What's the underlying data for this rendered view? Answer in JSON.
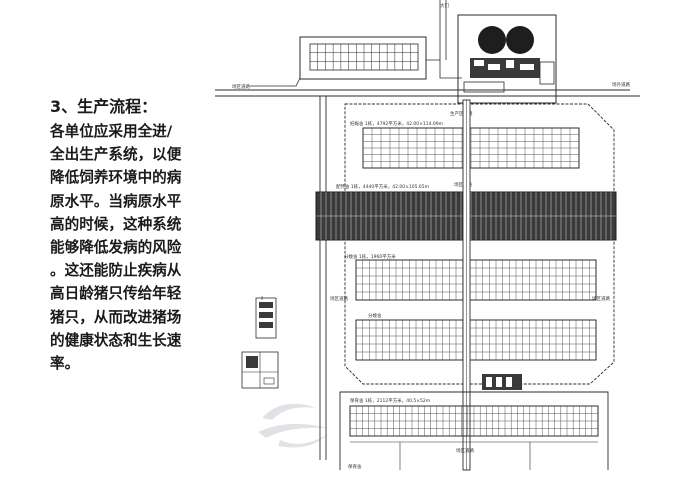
{
  "text": {
    "heading": "3、生产流程：",
    "lines": [
      "各单位应采用全进/",
      "全出生产系统，以便",
      "降低饲养环境中的病",
      "原水平。当病原水平",
      "高的时候，这种系统",
      "能够降低发病的风险",
      "。这还能防止疾病从",
      "高日龄猪只传给年轻",
      "猪只，从而改进猪场",
      "的健康状态和生长速",
      "率。"
    ]
  },
  "plan": {
    "labels": {
      "road_left": "场区道路",
      "road_top_right": "场外道路",
      "road_side_left": "场区道路",
      "road_side_right": "场区道路",
      "yard_top": "生产区道路",
      "yard_mid": "场区道路",
      "row_label": "分娩舍",
      "bottom_label": "保育舍",
      "bottom_yard": "场区道路",
      "gate": "大门"
    },
    "notes": {
      "house1": "妊娠舍 1栋，4792平方米，42.00×114.09m",
      "house2": "配怀舍 1栋，4440平方米，42.00×105.65m",
      "house3": "分娩舍 1栋，1960平方米",
      "house5": "保育舍 1栋，2112平方米，40.5×52m"
    },
    "colors": {
      "line": "#2b2b2b",
      "fill_dark": "#3a3a3a",
      "grid": "#555555",
      "watermark": "#c9ccd2"
    }
  }
}
